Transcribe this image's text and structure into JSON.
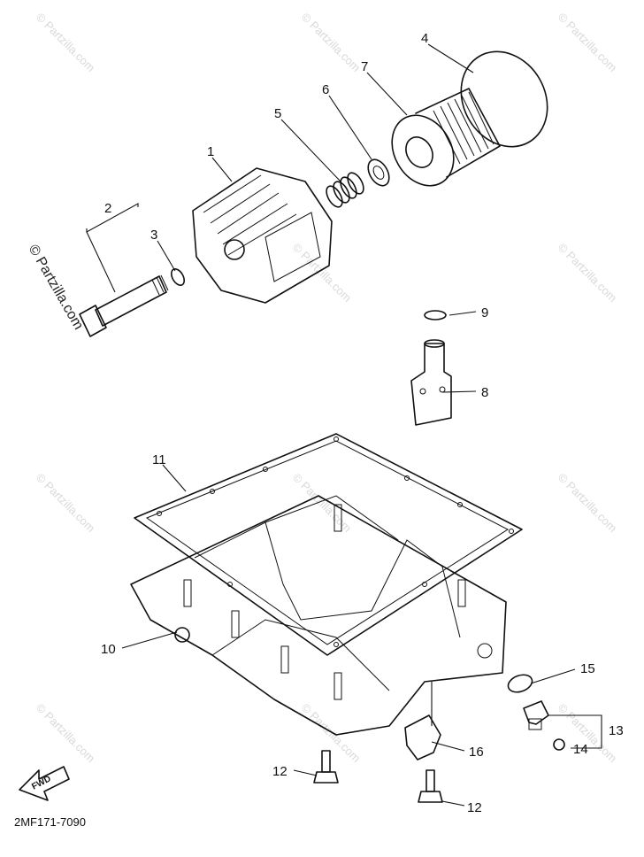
{
  "diagram": {
    "code": "2MF171-7090",
    "watermark": "© Partzilla.com",
    "side_watermark": "© Partzilla.com",
    "fwd_label": "FWD",
    "callouts": {
      "c1": "1",
      "c2": "2",
      "c3": "3",
      "c4": "4",
      "c5": "5",
      "c6": "6",
      "c7": "7",
      "c8": "8",
      "c9": "9",
      "c10": "10",
      "c11": "11",
      "c12a": "12",
      "c12b": "12",
      "c13": "13",
      "c14": "14",
      "c15": "15",
      "c16": "16"
    }
  }
}
